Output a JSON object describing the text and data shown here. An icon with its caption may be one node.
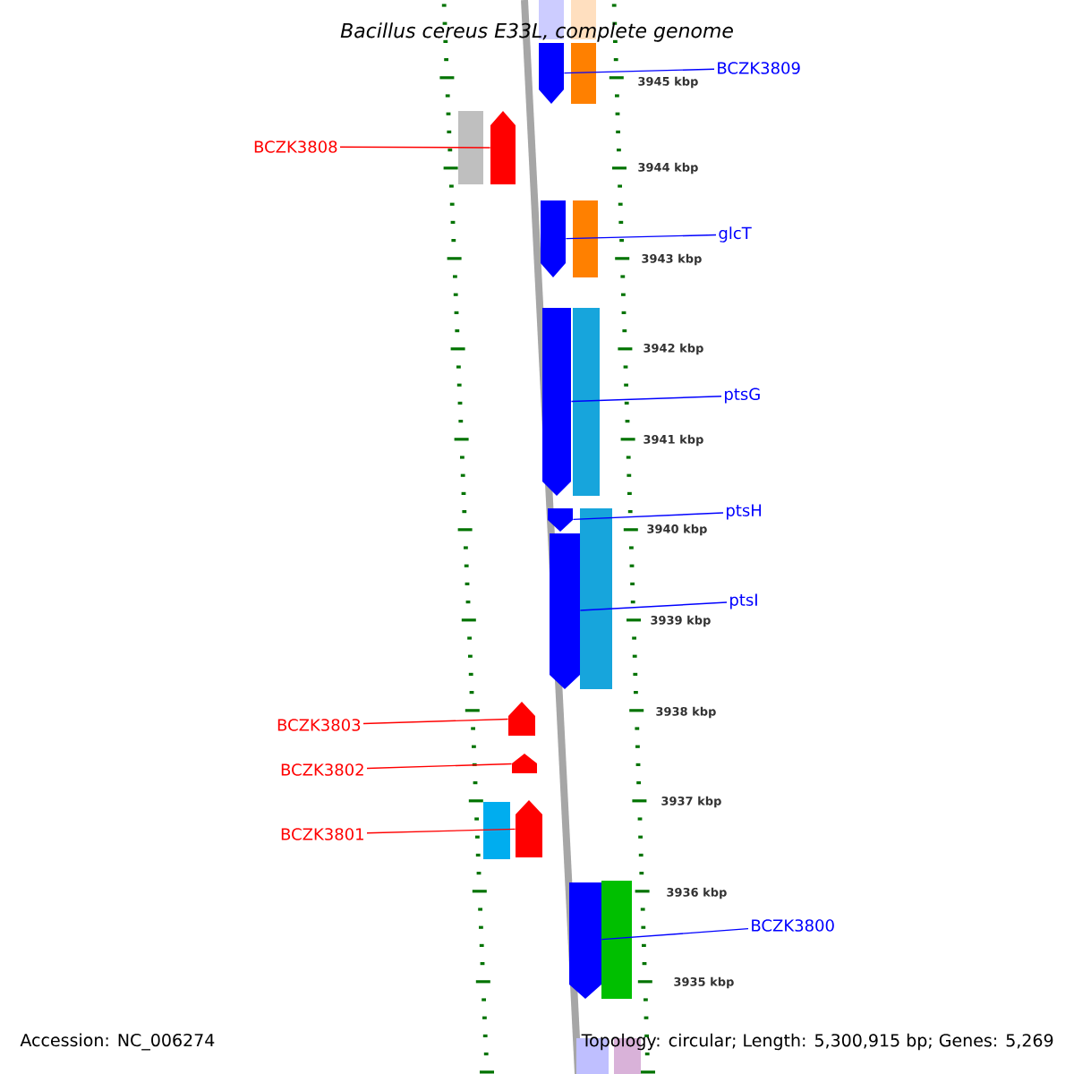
{
  "diagram": {
    "title": "*Bacillus cereus* E33L, complete genome",
    "nodes": [
      {
        "text": [
          "BCZK3809"
        ]
      },
      {
        "text": [
          "BCZK3808"
        ]
      },
      {
        "text": [
          "glcT"
        ]
      },
      {
        "text": [
          "ptsG"
        ]
      },
      {
        "text": [
          "ptsH"
        ]
      },
      {
        "text": [
          "ptsI"
        ]
      },
      {
        "text": [
          "BCZK3803"
        ]
      },
      {
        "text": [
          "BCZK3802"
        ]
      },
      {
        "text": [
          "BCZK3801"
        ]
      },
      {
        "text": [
          "BCZK3800"
        ]
      },
      {
        "text": [],
        "shape": "arrow"
      },
      {
        "text": [],
        "shape": "arrow"
      },
      {
        "text": [],
        "shape": "arrow"
      },
      {
        "text": [],
        "shape": "arrow"
      },
      {
        "text": [],
        "shape": "arrow"
      },
      {
        "text": [],
        "shape": "arrow"
      },
      {
        "text": [],
        "shape": "arrow"
      },
      {
        "text": [],
        "shape": "arrow"
      },
      {
        "text": [],
        "shape": "arrow"
      },
      {
        "text": [],
        "shape": "arrow"
      }
    ],
    "edges": [
      {
        "from": 0,
        "to": 10,
        "arrow": "none"
      },
      {
        "from": 1,
        "to": 11,
        "arrow": "none",
        "color": "#ff0000"
      },
      {
        "from": 2,
        "to": 12,
        "arrow": "none"
      },
      {
        "from": 3,
        "to": 13,
        "arrow": "none"
      },
      {
        "from": 4,
        "to": 14,
        "arrow": "none"
      },
      {
        "from": 5,
        "to": 15,
        "arrow": "none"
      },
      {
        "from": 6,
        "to": 16,
        "arrow": "none",
        "color": "#ff0000"
      },
      {
        "from": 7,
        "to": 17,
        "arrow": "none",
        "color": "#ff0000"
      },
      {
        "from": 8,
        "to": 18,
        "arrow": "none",
        "color": "#ff0000"
      },
      {
        "from": 9,
        "to": 19,
        "arrow": "none"
      }
    ],
    "labels": [
      "3945 kbp",
      "3944 kbp",
      "3943 kbp",
      "3942 kbp",
      "3941 kbp",
      "3940 kbp",
      "3939 kbp",
      "3938 kbp",
      "3937 kbp",
      "3936 kbp",
      "3935 kbp",
      "Accession: NC_006274",
      "Topology: circular; Length: 5,300,915 bp; Genes: 5,269"
    ]
  }
}
